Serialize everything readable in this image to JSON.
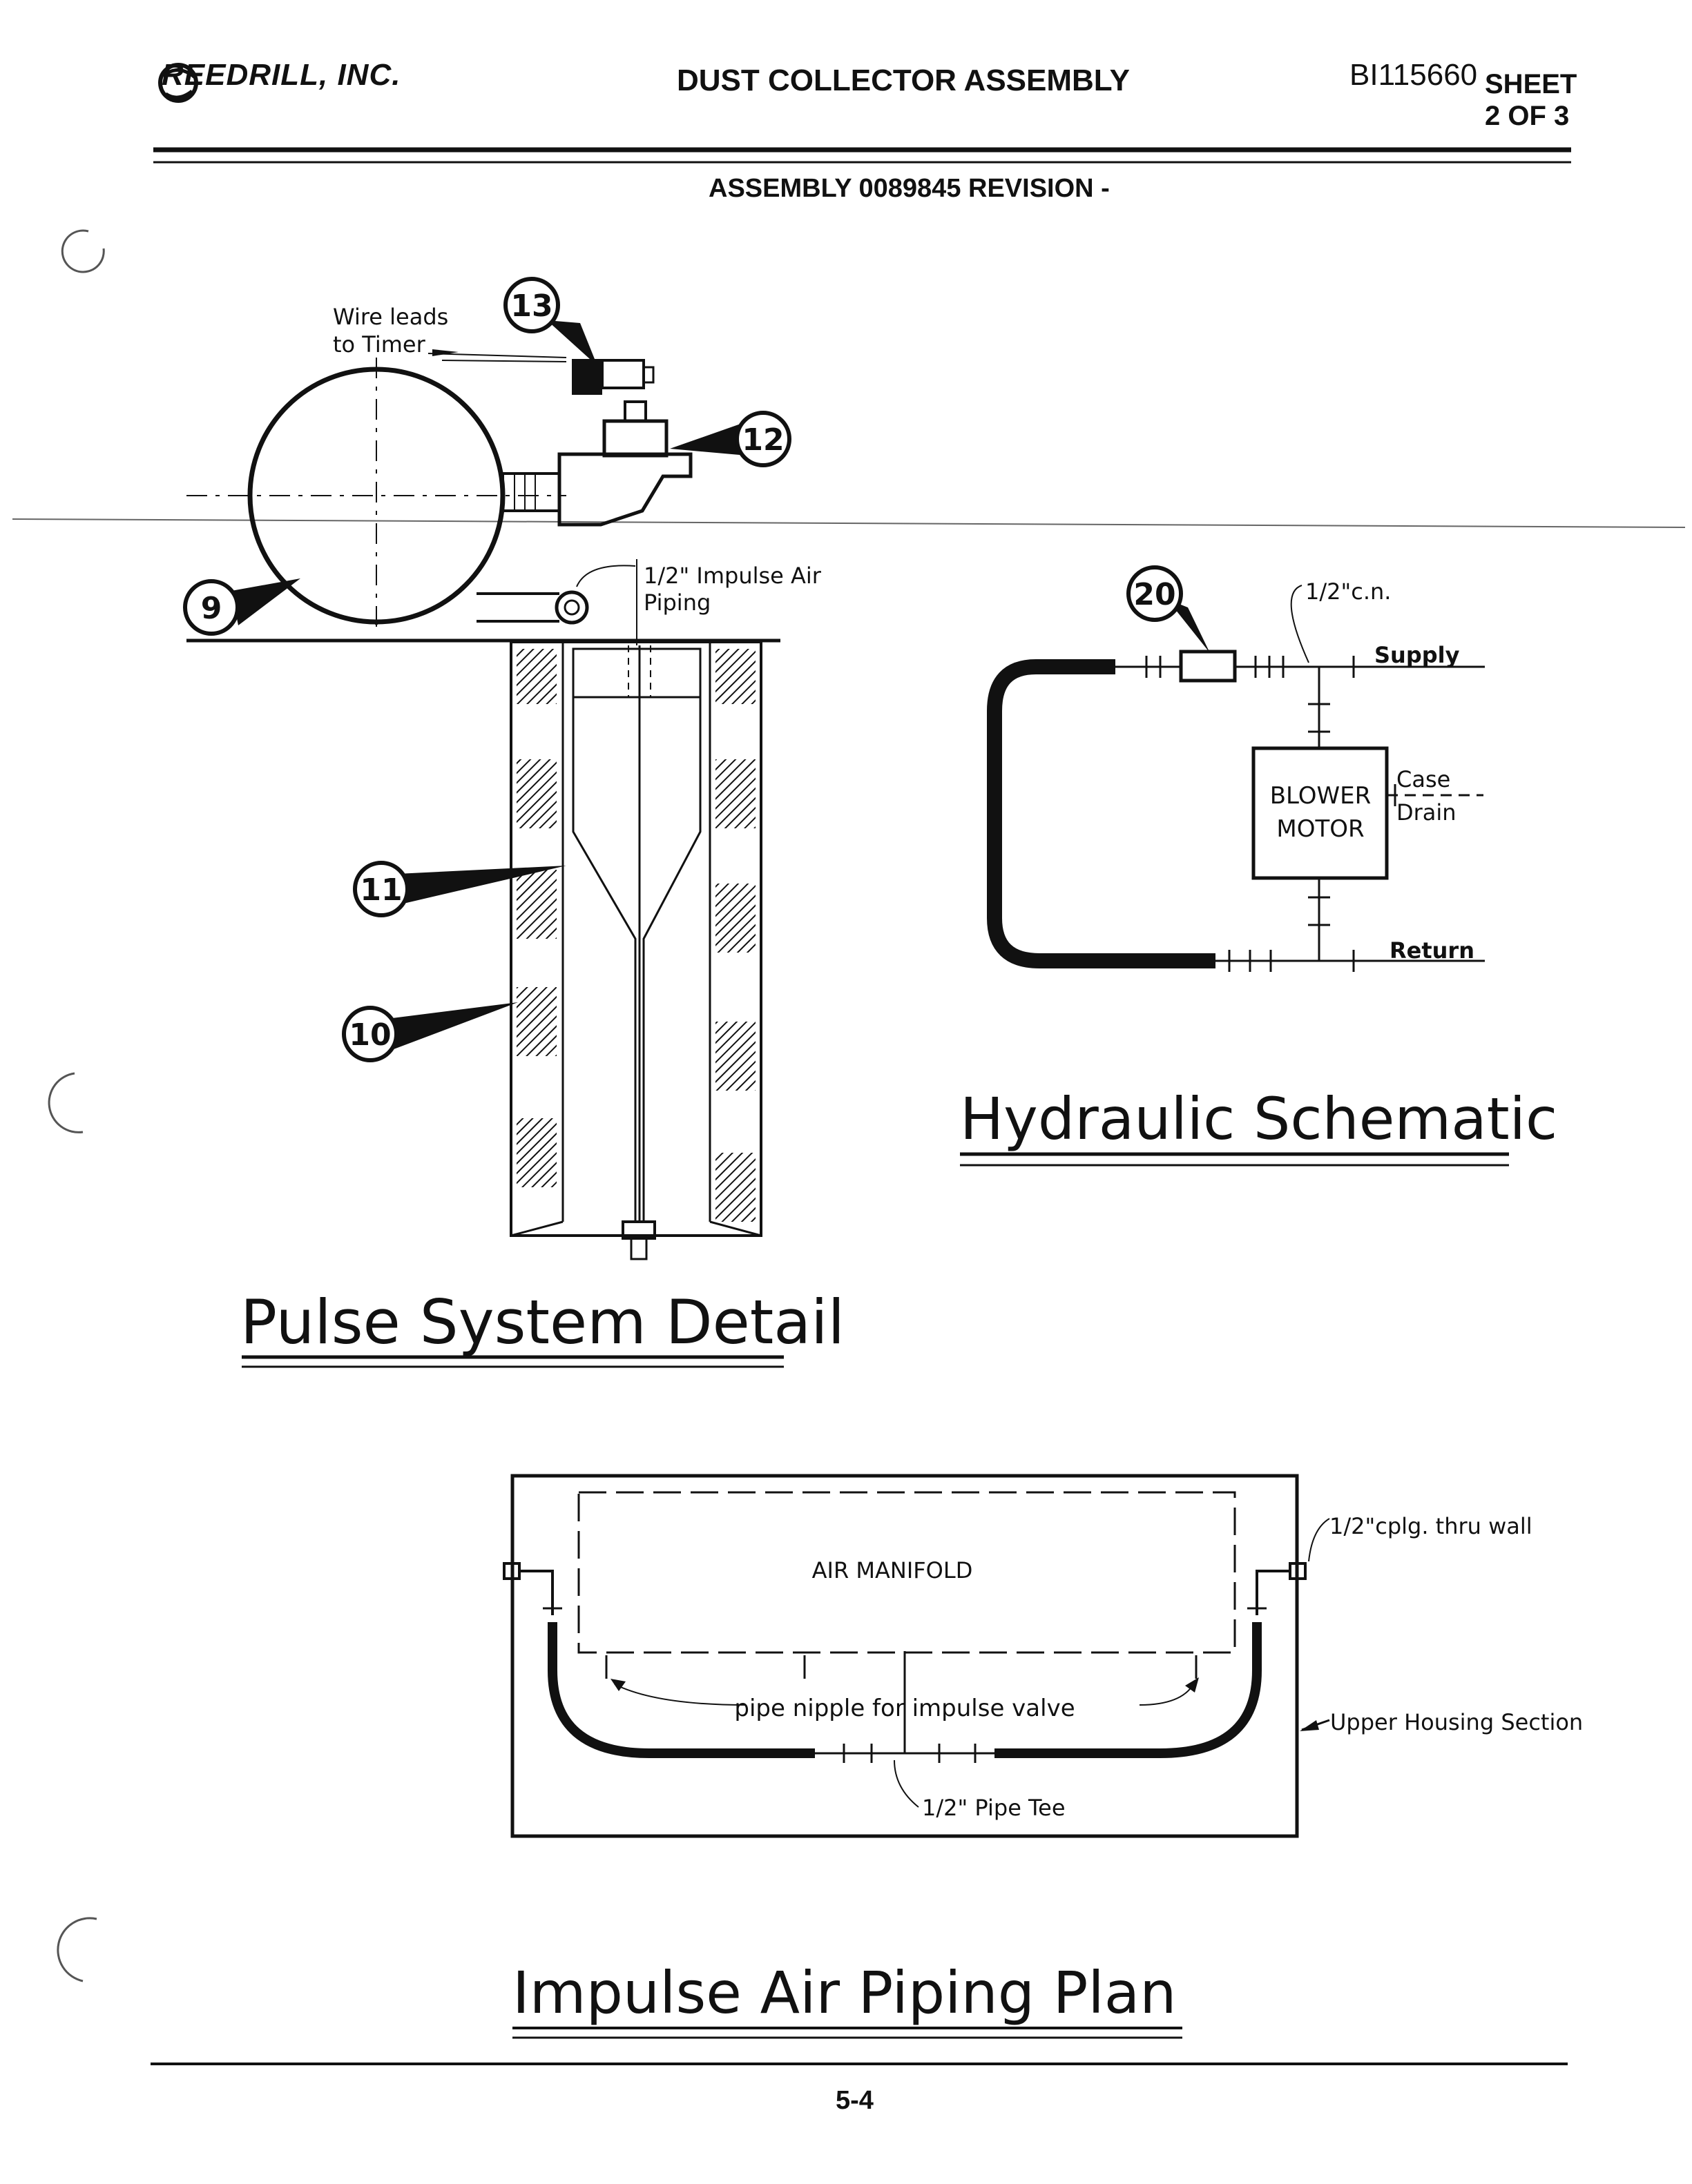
{
  "header": {
    "company": "REEDRILL, INC.",
    "title": "DUST COLLECTOR ASSEMBLY",
    "doc_number": "BI115660",
    "sheet_label": "SHEET",
    "sheet_of": "2 OF 3",
    "assembly": "ASSEMBLY 0089845  REVISION -"
  },
  "pulse_detail": {
    "title": "Pulse  System  Detail",
    "wire_leads_1": "Wire leads",
    "wire_leads_2": "to  Timer",
    "impulse_air_1": "1/2\" Impulse Air",
    "impulse_air_2": "Piping",
    "callouts": [
      "13",
      "12",
      "9",
      "11",
      "10"
    ]
  },
  "hydraulic": {
    "title": "Hydraulic  Schematic",
    "callout": "20",
    "cn_label": "1/2\"c.n.",
    "supply": "Supply",
    "case": "Case",
    "drain": "Drain",
    "blower": "BLOWER",
    "motor": "MOTOR",
    "return": "Return"
  },
  "piping_plan": {
    "title": "Impulse  Air  Piping  Plan",
    "manifold": "AIR   MANIFOLD",
    "cplg": "1/2\"cplg. thru wall",
    "nipple": "pipe  nipple   for  impulse  valve",
    "housing": "Upper Housing Section",
    "tee": "1/2\" Pipe Tee"
  },
  "footer": {
    "page": "5-4"
  }
}
